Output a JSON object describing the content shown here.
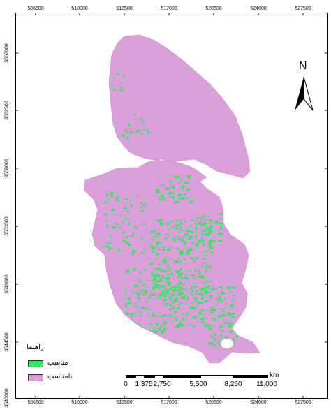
{
  "map": {
    "north_letter": "N",
    "x_ticks": [
      "506500",
      "510000",
      "513500",
      "517000",
      "520500",
      "524000",
      "527500"
    ],
    "y_ticks": [
      "3567000",
      "3562500",
      "3558000",
      "3553500",
      "3549000",
      "3544500",
      "3540000"
    ],
    "colors": {
      "suitable": "#33e860",
      "unsuitable": "#dc9fdc"
    }
  },
  "legend": {
    "title": "راهنما",
    "items": [
      {
        "label": "مناسب",
        "color": "#33e860"
      },
      {
        "label": "نامناسب",
        "color": "#dc9fdc"
      }
    ]
  },
  "scale_bar": {
    "labels": [
      "0",
      "1,375",
      "2,750",
      "5,500",
      "8,250",
      "11,000"
    ],
    "unit": "km"
  }
}
